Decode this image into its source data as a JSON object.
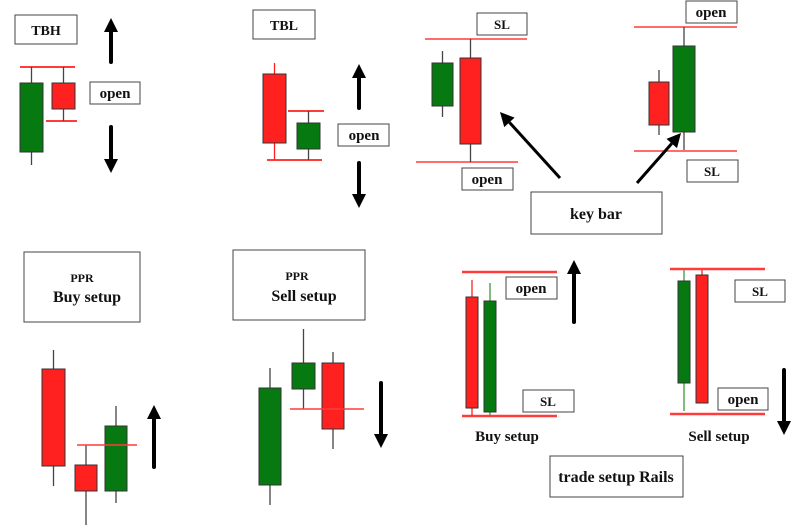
{
  "colors": {
    "bull": "#067a10",
    "bear": "#ff2020",
    "bear_bright": "#ff0000",
    "level_line": "#ff3b3b",
    "wick": "#444444",
    "arrow": "#000000",
    "box_border": "#444444",
    "text": "#111111"
  },
  "panels": {
    "tbh": {
      "title": "TBH",
      "open_label": "open",
      "candles": [
        {
          "type": "bullish"
        },
        {
          "type": "bearish"
        }
      ],
      "directions": [
        "up",
        "down"
      ]
    },
    "tbl": {
      "title": "TBL",
      "open_label": "open",
      "candles": [
        {
          "type": "bearish"
        },
        {
          "type": "bullish"
        }
      ],
      "directions": [
        "up",
        "down"
      ]
    },
    "key_bar": {
      "label": "key bar",
      "left_setup": {
        "sl_label": "SL",
        "open_label": "open",
        "candles": [
          {
            "type": "bullish"
          },
          {
            "type": "bearish"
          }
        ]
      },
      "right_setup": {
        "sl_label": "SL",
        "open_label": "open",
        "candles": [
          {
            "type": "bearish"
          },
          {
            "type": "bullish"
          }
        ]
      }
    },
    "ppr_buy": {
      "title_small": "PPR",
      "title_large": "Buy setup",
      "candles": [
        {
          "type": "bearish"
        },
        {
          "type": "bearish"
        },
        {
          "type": "bullish"
        }
      ],
      "direction": "up"
    },
    "ppr_sell": {
      "title_small": "PPR",
      "title_large": "Sell setup",
      "candles": [
        {
          "type": "bullish"
        },
        {
          "type": "bullish"
        },
        {
          "type": "bearish"
        }
      ],
      "direction": "down"
    },
    "rails": {
      "label": "trade setup Rails",
      "buy": {
        "caption": "Buy setup",
        "open_label": "open",
        "sl_label": "SL",
        "candles": [
          {
            "type": "bearish"
          },
          {
            "type": "bullish"
          }
        ],
        "direction": "up"
      },
      "sell": {
        "caption": "Sell setup",
        "open_label": "open",
        "sl_label": "SL",
        "candles": [
          {
            "type": "bullish"
          },
          {
            "type": "bearish"
          }
        ],
        "direction": "down"
      }
    }
  }
}
